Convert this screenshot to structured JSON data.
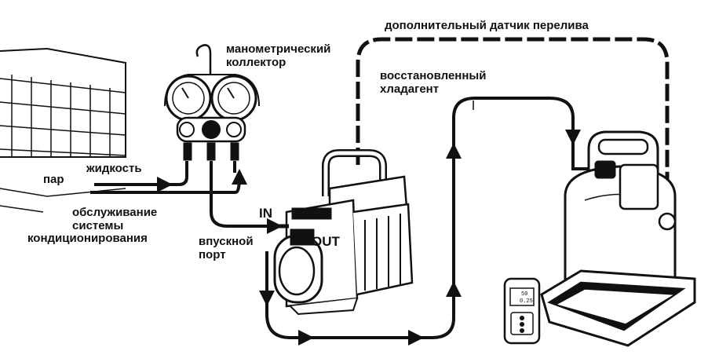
{
  "labels": {
    "overflow_sensor": "дополнительный датчик перелива",
    "manifold_line1": "манометрический",
    "manifold_line2": "коллектор",
    "recovered_line1": "восстановленный",
    "recovered_line2": "хладагент",
    "vapor": "пар",
    "liquid": "жидкость",
    "service_line1": "обслуживание",
    "service_line2": "системы",
    "service_line3": "кондиционирования",
    "intake_line1": "впускной",
    "intake_line2": "порт",
    "in_port": "IN",
    "out_port": "OUT"
  },
  "scale_display": {
    "value1": "50",
    "value2": "0.25"
  },
  "colors": {
    "line": "#111111",
    "background": "#ffffff"
  }
}
